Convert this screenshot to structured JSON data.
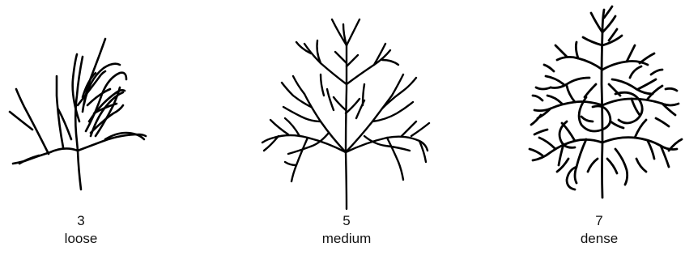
{
  "trees": [
    {
      "number": "3",
      "label": "loose"
    },
    {
      "number": "5",
      "label": "medium"
    },
    {
      "number": "7",
      "label": "dense"
    }
  ]
}
